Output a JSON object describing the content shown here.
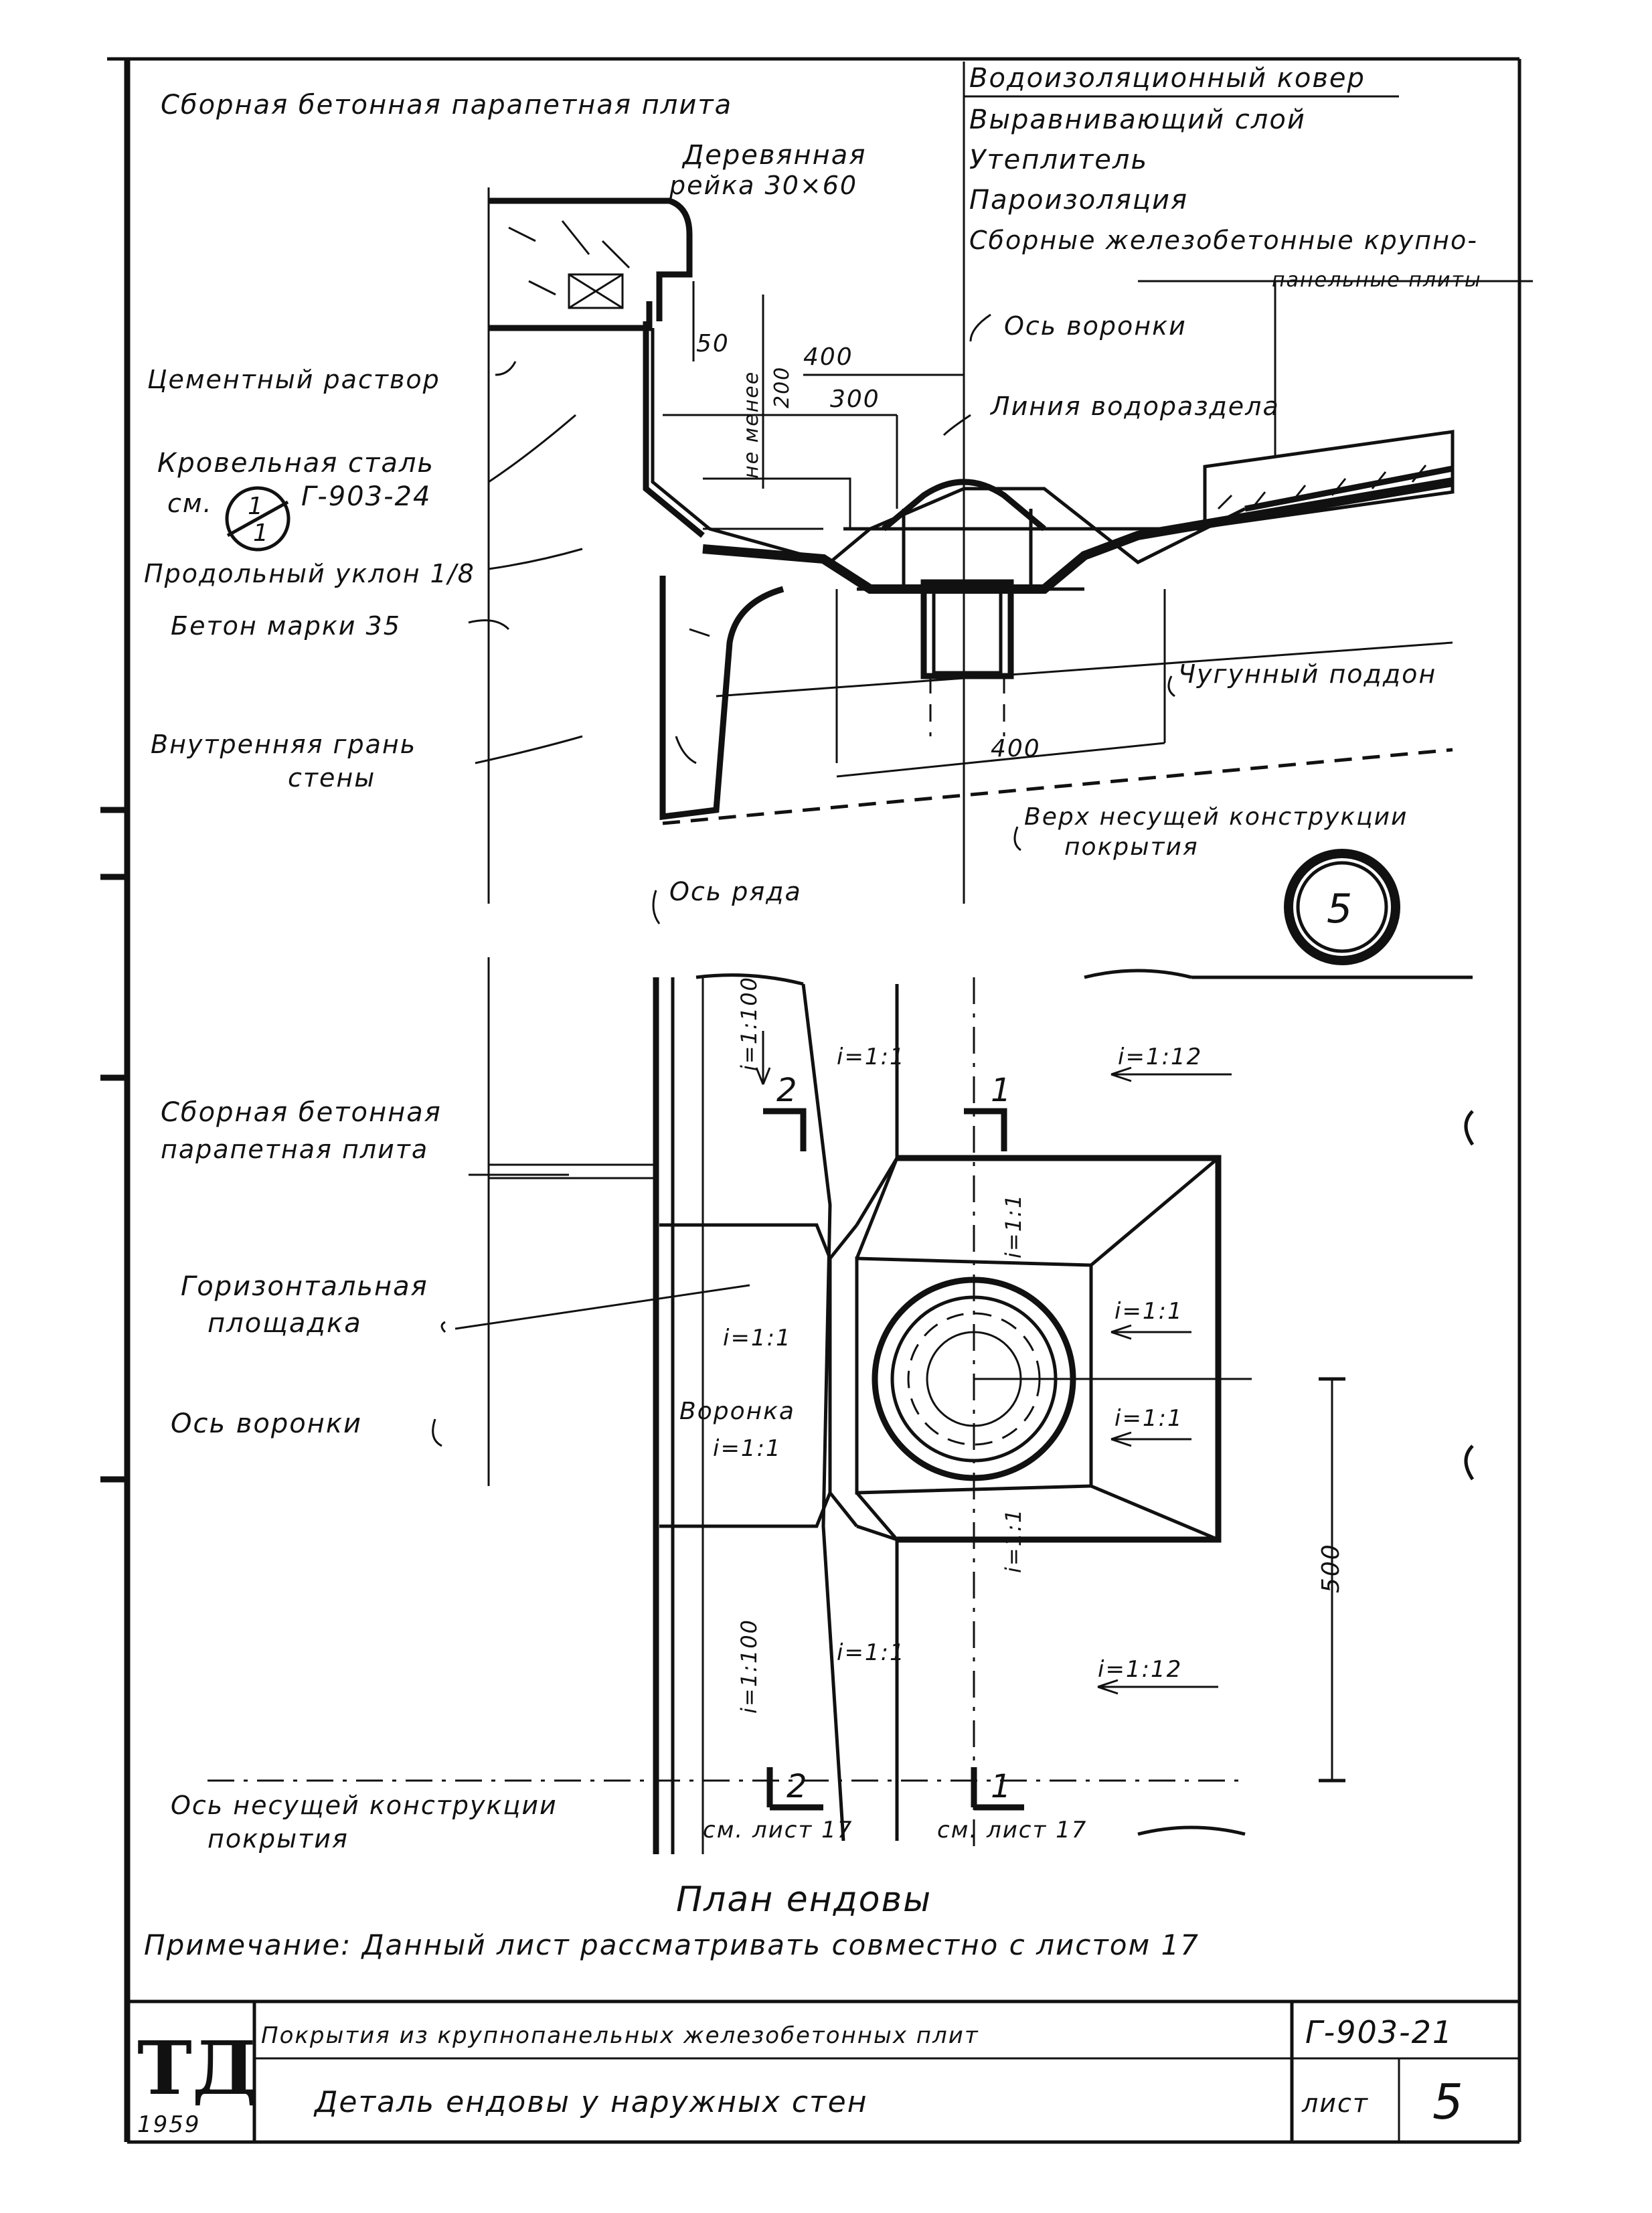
{
  "section": {
    "layers": [
      "Водоизоляционный ковер",
      "Выравнивающий слой",
      "Утеплитель",
      "Пароизоляция",
      "Сборные железобетонные крупно-",
      "панельные плиты"
    ],
    "parapet_slab": "Сборная бетонная парапетная плита",
    "wood_strip": [
      "Деревянная",
      "рейка 30×60"
    ],
    "cement_mortar": "Цементный раствор",
    "roof_steel": "Кровельная сталь",
    "see_ref": "см.",
    "ref_sheet": "Г-903-24",
    "ref_num": "1",
    "ref_den": "1",
    "long_slope": "Продольный уклон 1/8",
    "concrete": "Бетон марки 35",
    "inner_face": [
      "Внутренняя грань",
      "стены"
    ],
    "funnel_axis": "Ось воронки",
    "watershed": "Линия водораздела",
    "cast_iron_tray": "Чугунный поддон",
    "structure_top": [
      "Верх несущей конструкции",
      "покрытия"
    ],
    "row_axis": "Ось ряда",
    "dims": {
      "d400_top": "400",
      "d300": "300",
      "d50": "50",
      "min": "не менее",
      "d200": "200",
      "d400_bottom": "400"
    },
    "detail_number": "5"
  },
  "plan": {
    "parapet_slab": [
      "Сборная бетонная",
      "парапетная плита"
    ],
    "horiz_platform": [
      "Горизонтальная",
      "площадка"
    ],
    "funnel_axis": "Ось воронки",
    "funnel": "Воронка",
    "load_axis": [
      "Ось несущей конструкции",
      "покрытия"
    ],
    "slopes": {
      "s_1_100_top": "i=1:100",
      "s_1_1_top": "i=1:1",
      "s_1_12_top": "i=1:12",
      "s_1_1_upper_v": "i=1:1",
      "s_1_1_right_a": "i=1:1",
      "s_1_1_left_a": "i=1:1",
      "s_1_1_right_b": "i=1:1",
      "s_1_1_left_b": "i=1:1",
      "s_1_1_lower_v": "i=1:1",
      "s_1_100_bottom": "i=1:100",
      "s_1_1_bottom": "i=1:1",
      "s_1_12_bottom": "i=1:12"
    },
    "cuts": {
      "cut2_top": "2",
      "cut1_top": "1",
      "cut2_bottom": "2",
      "cut1_bottom": "1",
      "see_sheet_a": "см. лист 17",
      "see_sheet_b": "см. лист 17"
    },
    "dim_500": "500"
  },
  "plan_title": "План ендовы",
  "note": "Примечание: Данный лист рассматривать совместно с листом 17",
  "stamp": {
    "logo": "ТД",
    "year": "1959",
    "series_title": "Покрытия из крупнопанельных железобетонных плит",
    "drawing_title": "Деталь ендовы у наружных стен",
    "code": "Г-903-21",
    "sheet_label": "лист",
    "sheet_no": "5"
  }
}
